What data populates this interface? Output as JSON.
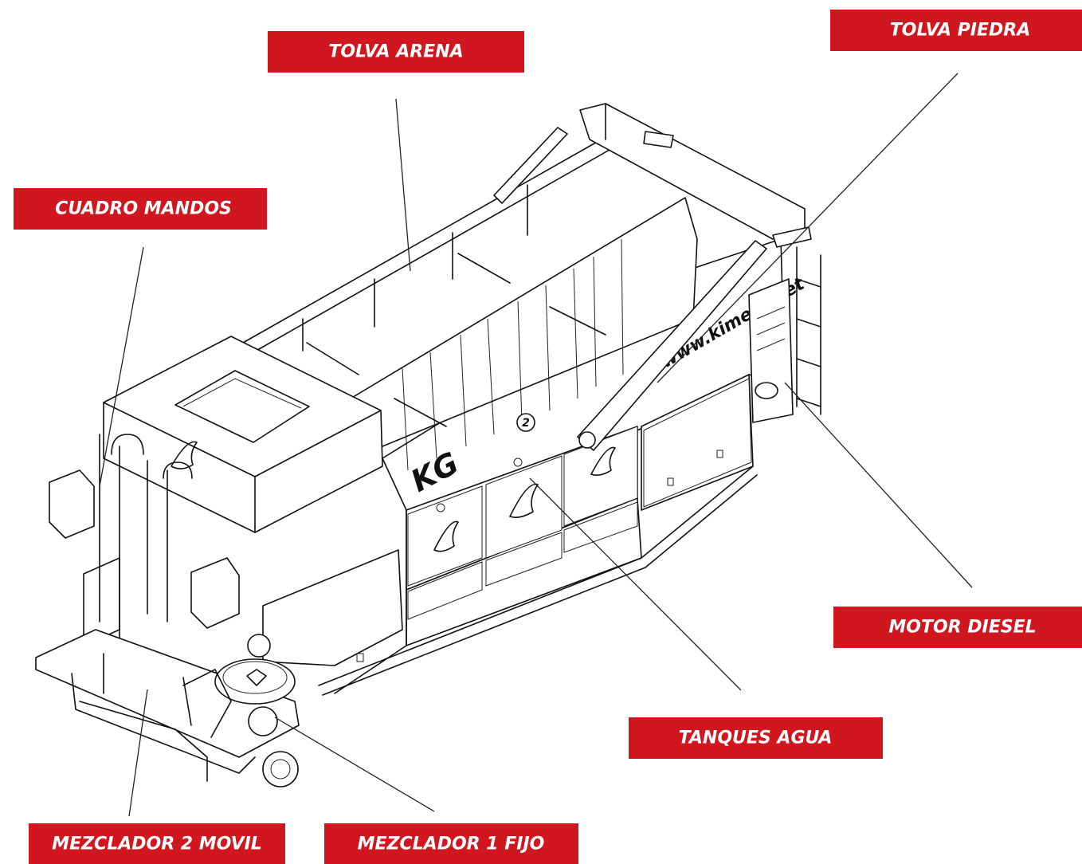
{
  "labels": {
    "tolva_arena": "TOLVA ARENA",
    "tolva_piedra": "TOLVA PIEDRA",
    "cuadro_mandos": "CUADRO MANDOS",
    "motor_diesel": "MOTOR DIESEL",
    "tanques_agua": "TANQUES AGUA",
    "mezclador_2_movil": "MEZCLADOR 2 MOVIL",
    "mezclador_1_fijo": "MEZCLADOR 1 FIJO"
  },
  "machine": {
    "website": "www.kimera.net",
    "logo_text": "KG",
    "compartment_number": "2"
  },
  "colors": {
    "label_background": "#d0171f",
    "label_text": "#ffffff",
    "line_art": "#111111",
    "background": "#ffffff"
  }
}
